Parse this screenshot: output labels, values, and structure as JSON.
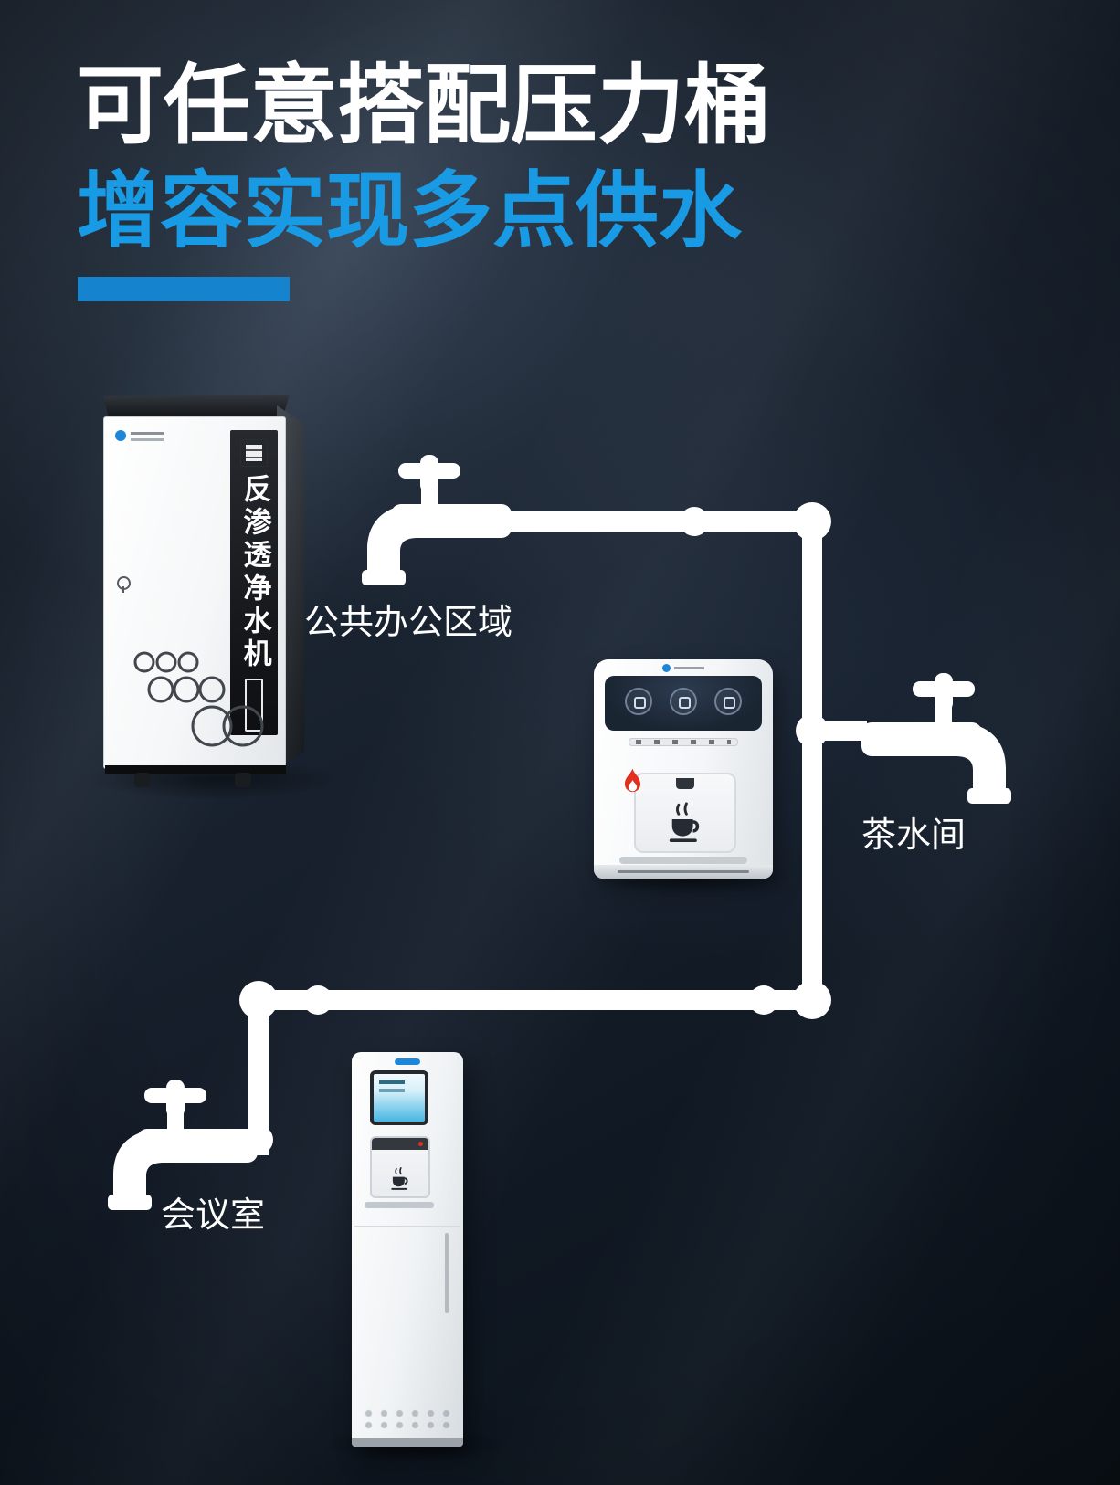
{
  "header": {
    "title_line1": "可任意搭配压力桶",
    "title_line2": "增容实现多点供水"
  },
  "ro_machine": {
    "side_label": "反渗透净水机"
  },
  "outlets": {
    "office": "公共办公区域",
    "tea_room": "茶水间",
    "meeting_room": "会议室"
  },
  "colors": {
    "title_white": "#ffffff",
    "subtitle_blue": "#189be4",
    "accent_bar": "#1583cd",
    "background_dark": "#101823",
    "pipe_white": "#ffffff",
    "flame_red": "#e03020",
    "screen_dark": "#1c2734",
    "logo_blue": "#1d86d8"
  }
}
